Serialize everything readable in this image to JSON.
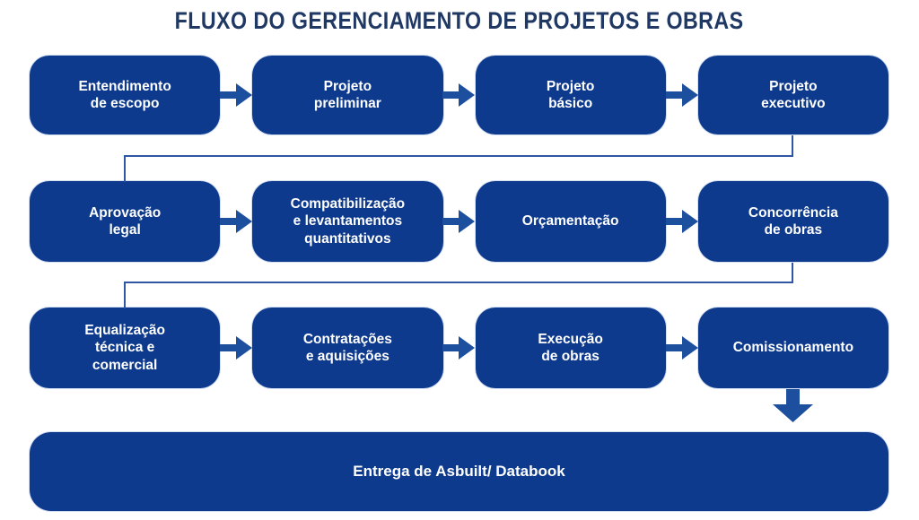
{
  "title": "FLUXO DO GERENCIAMENTO DE PROJETOS E OBRAS",
  "colors": {
    "box": "#0d3a8d",
    "arrow": "#1d4f9f",
    "connector": "#2e56a4",
    "title": "#1f3864",
    "box_text": "#ffffff",
    "bg": "#ffffff"
  },
  "flow": {
    "rows": [
      {
        "boxes": [
          {
            "label": "Entendimento\nde escopo"
          },
          {
            "label": "Projeto\npreliminar"
          },
          {
            "label": "Projeto\nbásico"
          },
          {
            "label": "Projeto\nexecutivo"
          }
        ]
      },
      {
        "boxes": [
          {
            "label": "Aprovação\nlegal"
          },
          {
            "label": "Compatibilização\ne levantamentos\nquantitativos"
          },
          {
            "label": "Orçamentação"
          },
          {
            "label": "Concorrência\nde obras"
          }
        ]
      },
      {
        "boxes": [
          {
            "label": "Equalização\ntécnica e\ncomercial"
          },
          {
            "label": "Contratações\ne aquisições"
          },
          {
            "label": "Execução\nde obras"
          },
          {
            "label": "Comissionamento"
          }
        ]
      }
    ],
    "final": {
      "label": "Entrega de Asbuilt/ Databook"
    }
  }
}
